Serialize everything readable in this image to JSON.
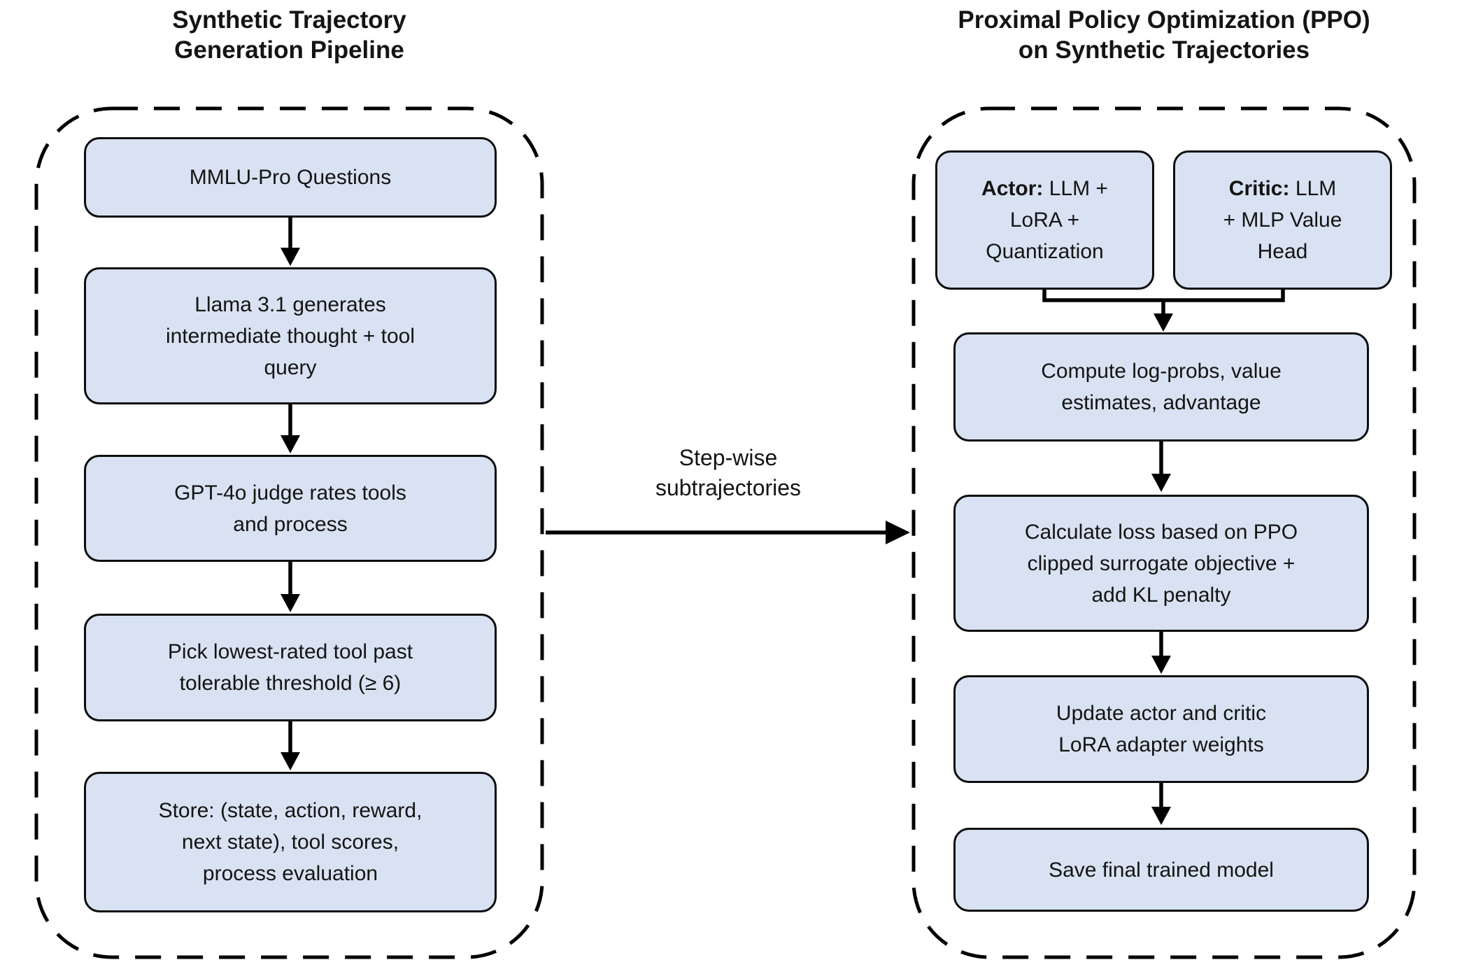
{
  "titles": {
    "left": "Synthetic Trajectory\nGeneration Pipeline",
    "right": "Proximal Policy Optimization (PPO)\non Synthetic Trajectories"
  },
  "left_pipeline": {
    "steps": [
      {
        "label": "MMLU-Pro Questions"
      },
      {
        "label": "Llama 3.1 generates\nintermediate thought + tool\nquery"
      },
      {
        "label": "GPT-4o judge rates tools\nand process"
      },
      {
        "label": "Pick lowest-rated tool past\ntolerable threshold (≥ 6)"
      },
      {
        "label": "Store: (state, action, reward,\nnext state), tool scores,\nprocess evaluation"
      }
    ]
  },
  "right_pipeline": {
    "actor": {
      "bold": "Actor:",
      "rest": " LLM +\nLoRA +\nQuantization"
    },
    "critic": {
      "bold": "Critic:",
      "rest": " LLM\n+ MLP Value\nHead"
    },
    "steps": [
      {
        "label": "Compute log-probs, value\nestimates, advantage"
      },
      {
        "label": "Calculate loss based on PPO\nclipped surrogate objective +\nadd KL penalty"
      },
      {
        "label": "Update actor and critic\nLoRA adapter weights"
      },
      {
        "label": "Save final trained model"
      }
    ]
  },
  "connector_label": "Step-wise\nsubtrajectories",
  "colors": {
    "node_fill": "#d8e2f2",
    "node_border": "#0d0d0d",
    "line": "#000000",
    "text": "#141414"
  }
}
